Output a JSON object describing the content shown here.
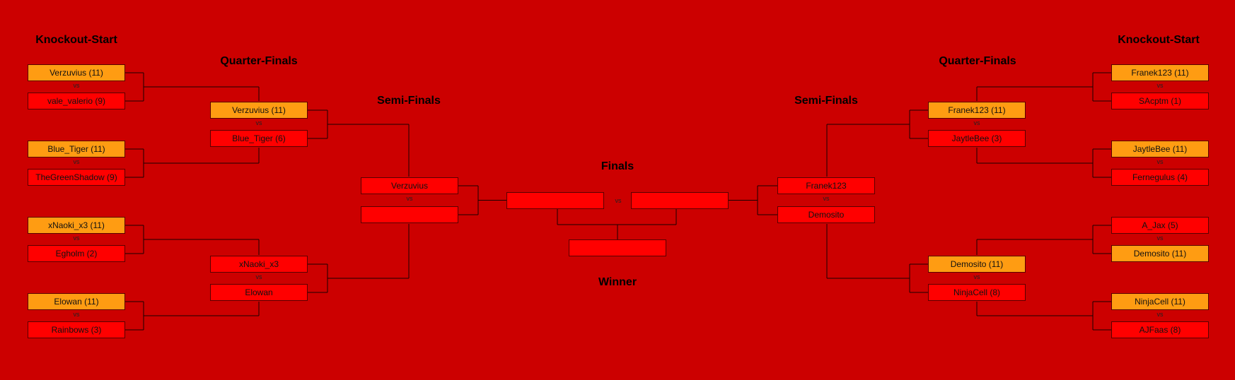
{
  "headings": {
    "knockout_start_left": "Knockout-Start",
    "knockout_start_right": "Knockout-Start",
    "quarter_finals_left": "Quarter-Finals",
    "quarter_finals_right": "Quarter-Finals",
    "semi_finals_left": "Semi-Finals",
    "semi_finals_right": "Semi-Finals",
    "finals": "Finals",
    "winner": "Winner"
  },
  "vs_label": "vs",
  "left": {
    "round1": [
      {
        "a": "Verzuvius (11)",
        "b": "vale_valerio (9)",
        "winner": "a"
      },
      {
        "a": "Blue_Tiger (11)",
        "b": "TheGreenShadow (9)",
        "winner": "a"
      },
      {
        "a": "xNaoki_x3 (11)",
        "b": "Egholm (2)",
        "winner": "a"
      },
      {
        "a": "Elowan (11)",
        "b": "Rainbows (3)",
        "winner": "a"
      }
    ],
    "quarter": [
      {
        "a": "Verzuvius (11)",
        "b": "Blue_Tiger (6)",
        "winner": "a"
      },
      {
        "a": "xNaoki_x3",
        "b": "Elowan",
        "winner": ""
      }
    ],
    "semi": {
      "a": "Verzuvius",
      "b": "",
      "winner": ""
    }
  },
  "right": {
    "round1": [
      {
        "a": "Franek123 (11)",
        "b": "SAcptm (1)",
        "winner": "a"
      },
      {
        "a": "JaytleBee (11)",
        "b": "Fernegulus (4)",
        "winner": "a"
      },
      {
        "a": "A_Jax (5)",
        "b": "Demosito (11)",
        "winner": "b"
      },
      {
        "a": "NinjaCell (11)",
        "b": "AJFaas (8)",
        "winner": "a"
      }
    ],
    "quarter": [
      {
        "a": "Franek123 (11)",
        "b": "JaytleBee (3)",
        "winner": "a"
      },
      {
        "a": "Demosito (11)",
        "b": "NinjaCell (8)",
        "winner": "a"
      }
    ],
    "semi": {
      "a": "Franek123",
      "b": "Demosito",
      "winner": ""
    }
  },
  "finals": {
    "a": "",
    "b": ""
  },
  "winner": "",
  "colors": {
    "background": "#cc0000",
    "winner_slot": "#ff9c12",
    "loser_slot": "#ff0000",
    "line": "#1a0000"
  }
}
